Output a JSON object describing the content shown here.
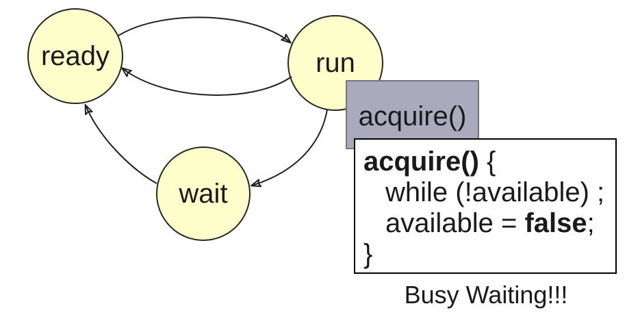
{
  "diagram": {
    "title": "process state diagram with busy-waiting acquire()",
    "states": [
      {
        "id": "ready",
        "label": "ready"
      },
      {
        "id": "run",
        "label": "run"
      },
      {
        "id": "wait",
        "label": "wait"
      }
    ],
    "transitions": [
      {
        "from": "ready",
        "to": "run"
      },
      {
        "from": "run",
        "to": "ready"
      },
      {
        "from": "run",
        "to": "wait"
      },
      {
        "from": "wait",
        "to": "ready"
      }
    ],
    "colors": {
      "state_fill": "#FFFFCC",
      "state_stroke": "#262626",
      "arrow_stroke": "#1F1F1F",
      "callout_fill": "#ABAABC",
      "callout_border": "#76757F",
      "code_box_fill": "#FFFFFF",
      "code_box_border": "#000000"
    }
  },
  "callout": {
    "label": "acquire()"
  },
  "code_box": {
    "lines": [
      {
        "indent": false,
        "segments": [
          {
            "text": "acquire()",
            "bold": true
          },
          {
            "text": " {",
            "bold": false
          }
        ]
      },
      {
        "indent": true,
        "segments": [
          {
            "text": "while (!available) ;",
            "bold": false
          }
        ]
      },
      {
        "indent": true,
        "segments": [
          {
            "text": "available = ",
            "bold": false
          },
          {
            "text": "false",
            "bold": true
          },
          {
            "text": ";",
            "bold": false
          }
        ]
      },
      {
        "indent": false,
        "segments": [
          {
            "text": "}",
            "bold": false
          }
        ]
      }
    ]
  },
  "caption": {
    "text": "Busy Waiting!!!"
  }
}
